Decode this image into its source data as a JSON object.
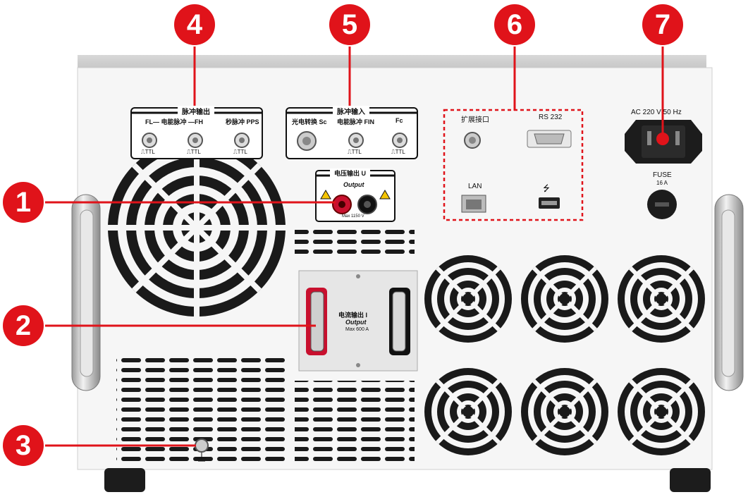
{
  "callouts": [
    "1",
    "2",
    "3",
    "4",
    "5",
    "6",
    "7"
  ],
  "pulse_output": {
    "title": "脉冲输出",
    "fl_label": "FL— 电能脉冲 —FH",
    "pps_label": "秒脉冲 PPS",
    "ttl": "⎍TTL"
  },
  "pulse_input": {
    "title": "脉冲输入",
    "sc_label": "光电转换 Sc",
    "fin_label": "电能脉冲 FIN",
    "fc_label": "Fc",
    "ttl": "⎍TTL"
  },
  "interfaces": {
    "expansion": "扩展接口",
    "rs232": "RS 232",
    "lan": "LAN",
    "usb": "⭍"
  },
  "power": {
    "ac": "AC 220 V 50 Hz",
    "fuse": "FUSE",
    "fuse_rating": "16 A"
  },
  "voltage_output": {
    "title": "电压输出 U",
    "output": "Output",
    "max": "Max 1150 V"
  },
  "current_output": {
    "title": "电流输出 I",
    "output": "Output",
    "max": "Max 600 A"
  },
  "colors": {
    "callout": "#e0131a",
    "chassis": "#f4f4f4",
    "dark": "#1a1a1a"
  }
}
